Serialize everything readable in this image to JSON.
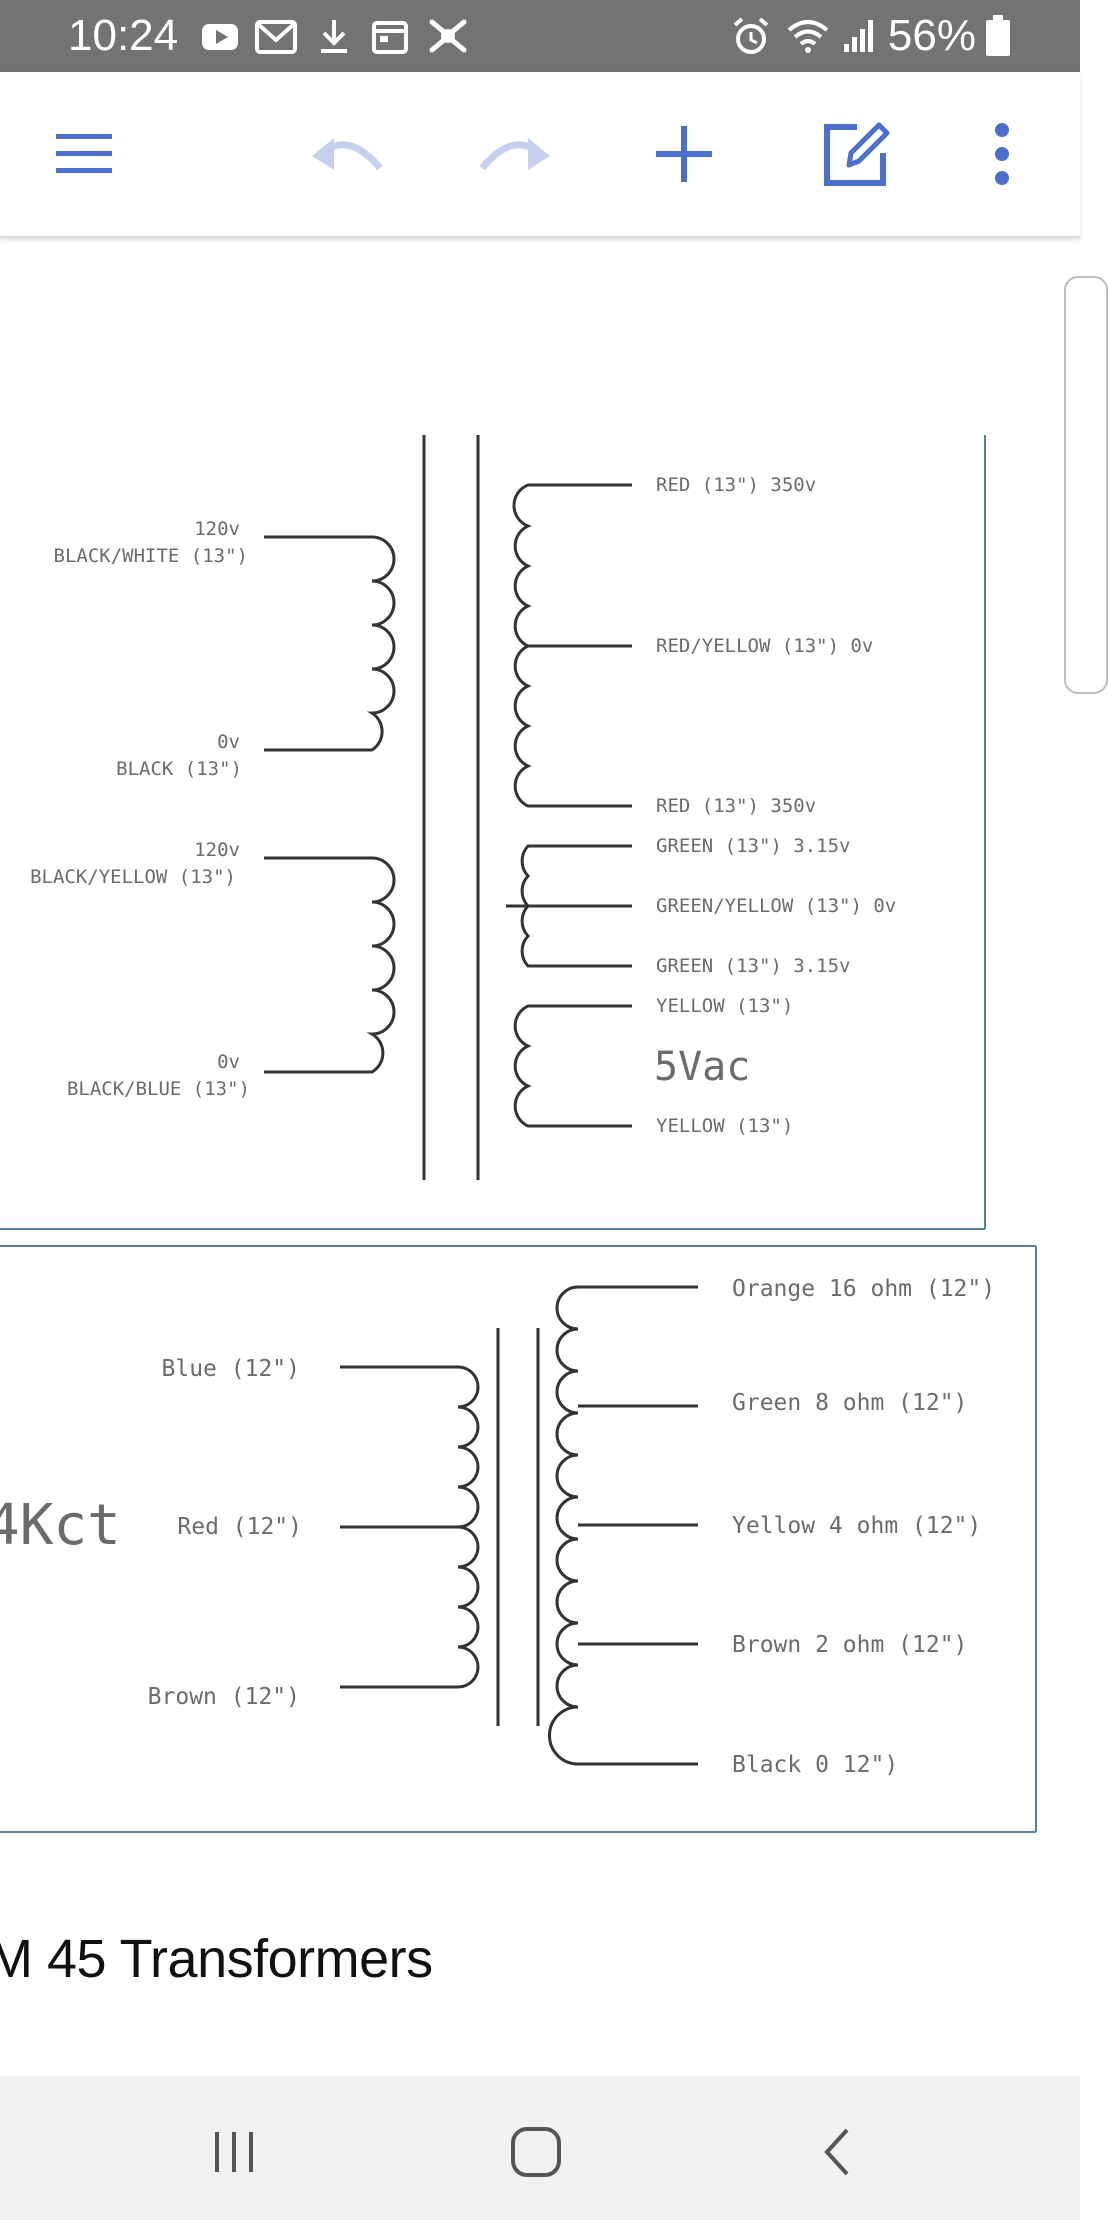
{
  "status_bar": {
    "time": "10:24",
    "battery": "56%",
    "left_icons": [
      "youtube-icon",
      "gmail-icon",
      "download-icon",
      "calendar-icon",
      "app-icon"
    ],
    "right_icons": [
      "alarm-icon",
      "wifi-icon",
      "signal-icon",
      "battery-icon"
    ]
  },
  "toolbar": {
    "buttons": [
      "menu-icon",
      "undo-icon",
      "redo-icon",
      "add-icon",
      "edit-icon",
      "more-icon"
    ],
    "accent_color": "#4a6fcf",
    "disabled_color": "#c5d0ee"
  },
  "power_transformer": {
    "primary_1_top_voltage": "120v",
    "primary_1_top_wire": "BLACK/WHITE (13\")",
    "primary_1_bottom_voltage": "0v",
    "primary_1_bottom_wire": "BLACK (13\")",
    "primary_2_top_voltage": "120v",
    "primary_2_top_wire": "BLACK/YELLOW (13\")",
    "primary_2_bottom_voltage": "0v",
    "primary_2_bottom_wire": "BLACK/BLUE (13\")",
    "hv_top": "RED (13\") 350v",
    "hv_center": "RED/YELLOW (13\") 0v",
    "hv_bottom": "RED (13\") 350v",
    "heater_top": "GREEN (13\") 3.15v",
    "heater_center": "GREEN/YELLOW (13\") 0v",
    "heater_bottom": "GREEN (13\") 3.15v",
    "rect_top": "YELLOW (13\")",
    "rect_label": "5Vac",
    "rect_bottom": "YELLOW (13\")"
  },
  "output_transformer": {
    "impedance_label": "4Kct",
    "primary_top": "Blue (12\")",
    "primary_center": "Red (12\")",
    "primary_bottom": "Brown (12\")",
    "tap_1": "Orange 16 ohm (12\")",
    "tap_2": "Green 8 ohm (12\")",
    "tap_3": "Yellow 4 ohm (12\")",
    "tap_4": "Brown 2 ohm (12\")",
    "tap_5": "Black 0 12\")"
  },
  "heading": "M 45 Transformers",
  "nav_bar": {
    "buttons": [
      "recents-icon",
      "home-icon",
      "back-icon"
    ]
  }
}
